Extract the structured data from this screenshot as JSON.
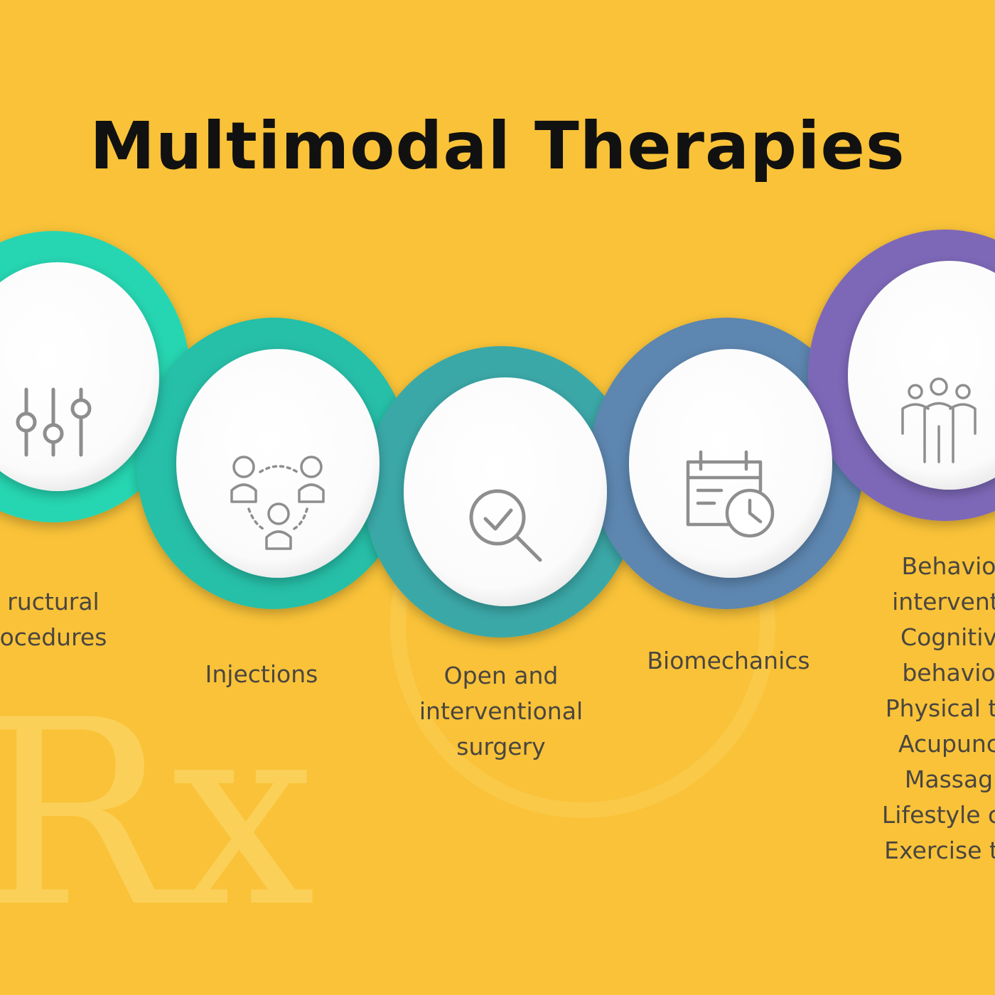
{
  "title": "Multimodal Therapies",
  "steps": [
    {
      "label_lines": [
        "ructural",
        "ocedures"
      ],
      "icon": "sliders-icon",
      "ring_color": "#28d6b2"
    },
    {
      "label_lines": [
        "Injections"
      ],
      "icon": "team-network-icon",
      "ring_color": "#26bfa8"
    },
    {
      "label_lines": [
        "Open and",
        "interventional",
        "surgery"
      ],
      "icon": "magnifier-check-icon",
      "ring_color": "#3aa8a8"
    },
    {
      "label_lines": [
        "Biomechanics"
      ],
      "icon": "calendar-clock-icon",
      "ring_color": "#5d86b0"
    },
    {
      "label_lines": [
        "Behavio",
        "interventi",
        "Cognitiv",
        "behavio",
        "Physical th",
        "Acupunc",
        "Massag",
        "Lifestyle ch",
        "Exercise th"
      ],
      "icon": "group-people-icon",
      "ring_color": "#7d67b8"
    }
  ],
  "watermark_glyph": "Rx"
}
